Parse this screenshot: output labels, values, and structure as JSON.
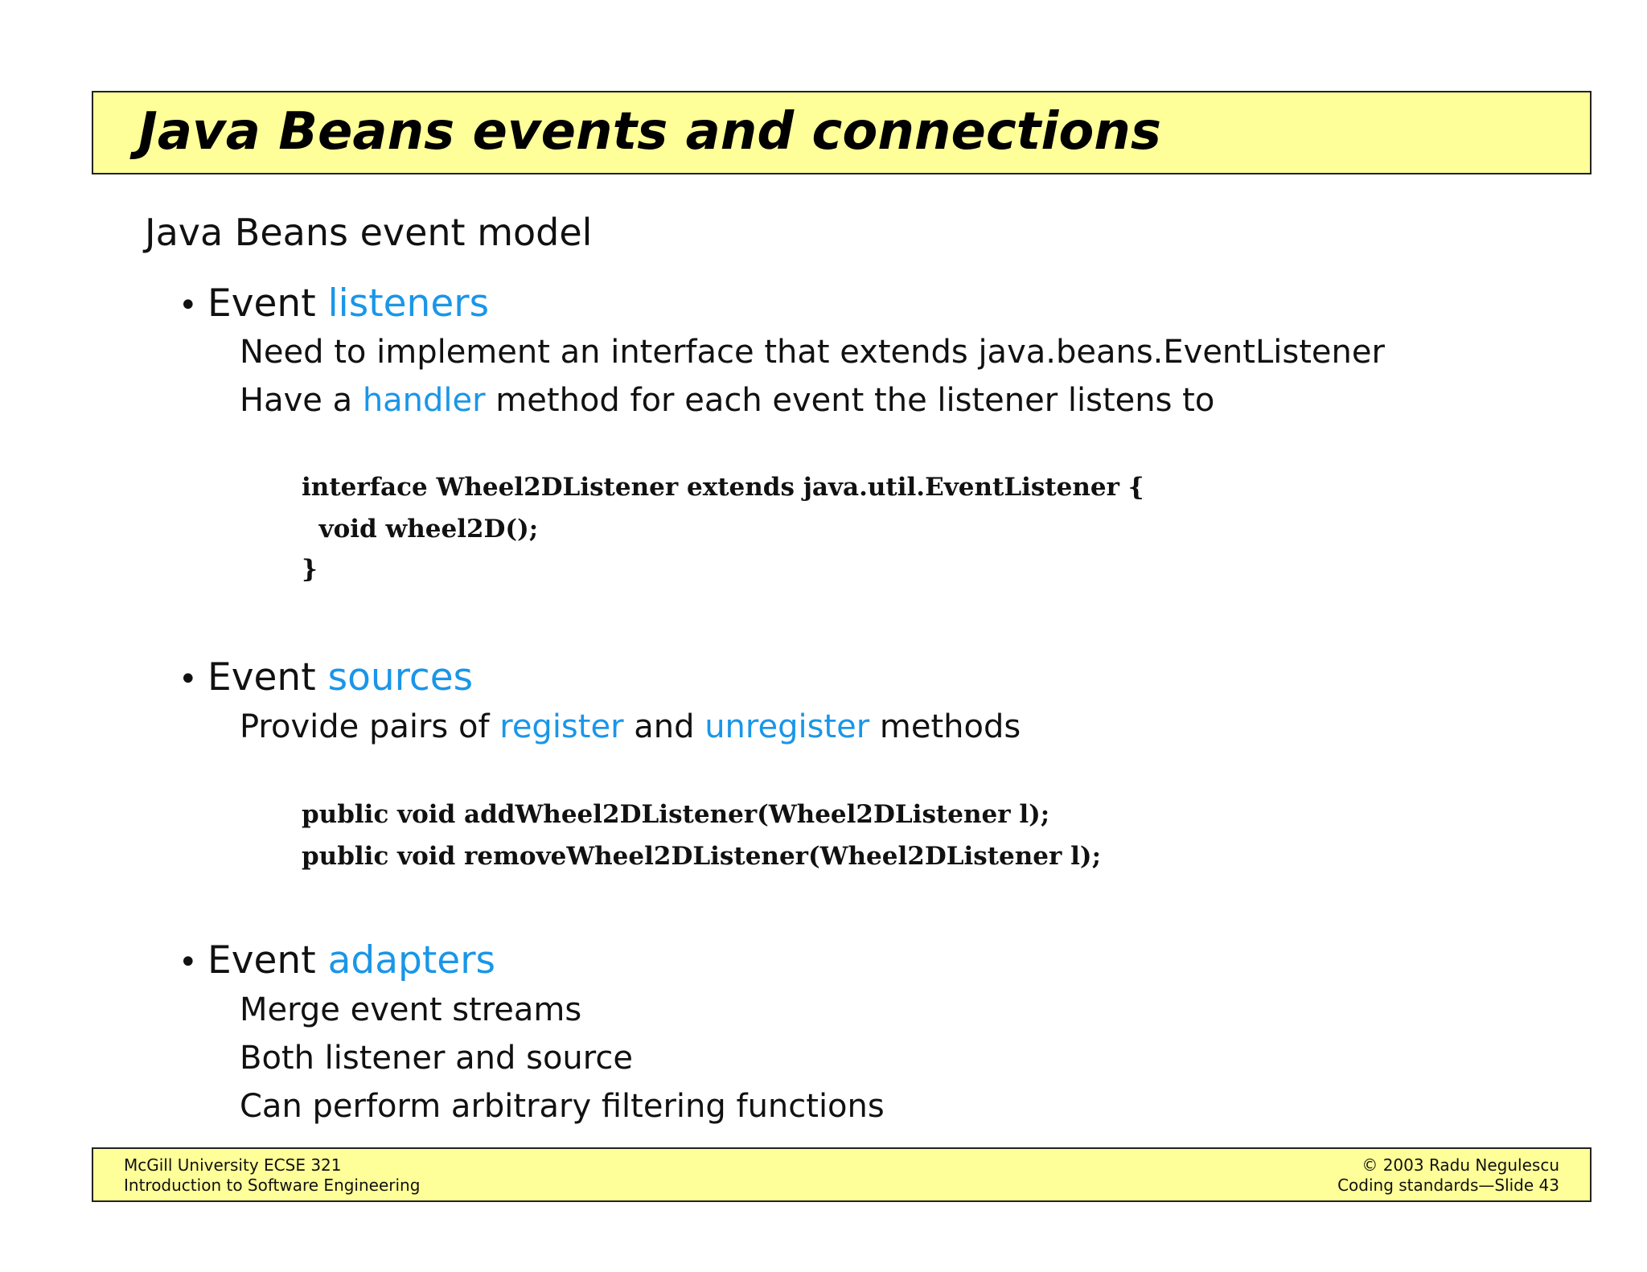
{
  "slide": {
    "title": "Java Beans events and connections",
    "heading": "Java Beans event model",
    "listeners": {
      "bullet_prefix": "Event ",
      "bullet_keyword": "listeners",
      "line1": "Need to implement an interface that extends java.beans.EventListener",
      "line2_before": "Have a ",
      "line2_keyword": "handler",
      "line2_after": " method for each event the listener listens to",
      "code_line1": "interface Wheel2DListener extends java.util.EventListener {",
      "code_line2": "  void wheel2D();",
      "code_line3": "}"
    },
    "sources": {
      "bullet_prefix": "Event ",
      "bullet_keyword": "sources",
      "line1_before": "Provide pairs of ",
      "line1_keyword1": "register",
      "line1_middle": " and ",
      "line1_keyword2": "unregister",
      "line1_after": " methods",
      "code_line1": "public void addWheel2DListener(Wheel2DListener l);",
      "code_line2": "public void removeWheel2DListener(Wheel2DListener l);"
    },
    "adapters": {
      "bullet_prefix": "Event ",
      "bullet_keyword": "adapters",
      "line1": "Merge event streams",
      "line2": "Both listener and source",
      "line3": "Can perform arbitrary filtering functions"
    }
  },
  "footer": {
    "left_line1": "McGill University ECSE 321",
    "left_line2": "Introduction to Software Engineering",
    "right_line1": "© 2003 Radu Negulescu",
    "right_line2": "Coding standards—Slide 43"
  },
  "colors": {
    "title_background": "#ffff99",
    "highlight": "#1a96e8",
    "text": "#111111"
  }
}
